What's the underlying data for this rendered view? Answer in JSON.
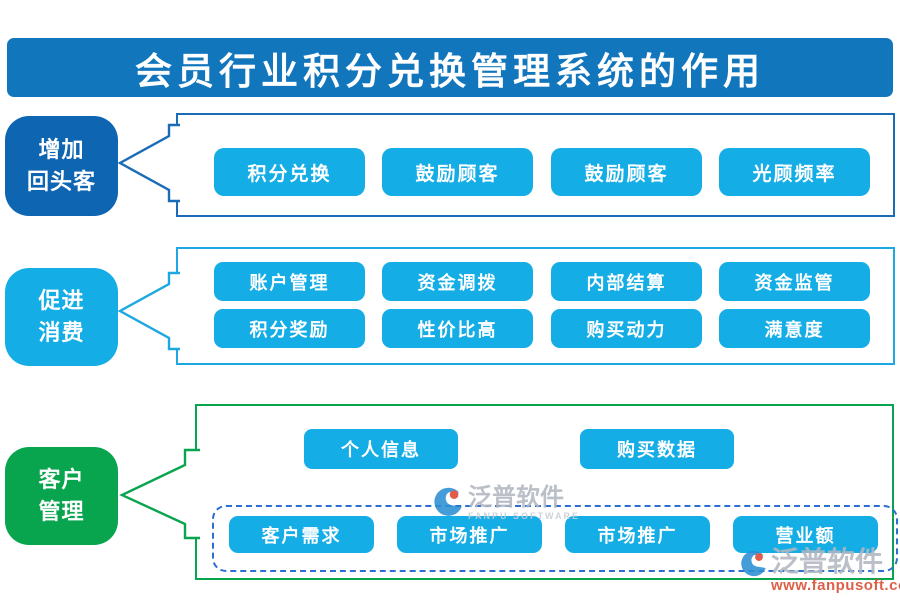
{
  "title": "会员行业积分兑换管理系统的作用",
  "colors": {
    "banner_blue": "#1276bd",
    "row1_label_blue": "#0e65b2",
    "row1_border_blue": "#1b6cb7",
    "cyan_button": "#14ade5",
    "cyan_border": "#1ea8e2",
    "green": "#09a44e",
    "dashed_blue": "#2b6fd1",
    "watermark_gray": "#b2b7c1",
    "url_red": "#d94b30"
  },
  "rows": [
    {
      "label": "增加\n回头客",
      "items": [
        "积分兑换",
        "鼓励顾客",
        "鼓励顾客",
        "光顾频率"
      ]
    },
    {
      "label": "促进\n消费",
      "items_top": [
        "账户管理",
        "资金调拨",
        "内部结算",
        "资金监管"
      ],
      "items_bottom": [
        "积分奖励",
        "性价比高",
        "购买动力",
        "满意度"
      ]
    },
    {
      "label": "客户\n管理",
      "items_top": [
        "个人信息",
        "购买数据"
      ],
      "items_dashed": [
        "客户需求",
        "市场推广",
        "市场推广",
        "营业额"
      ]
    }
  ],
  "watermarks": {
    "center": {
      "brand": "泛普软件",
      "subtitle": "FANPU SOFTWARE"
    },
    "corner": {
      "brand": "泛普软件",
      "url": "www.fanpusoft.com"
    }
  }
}
